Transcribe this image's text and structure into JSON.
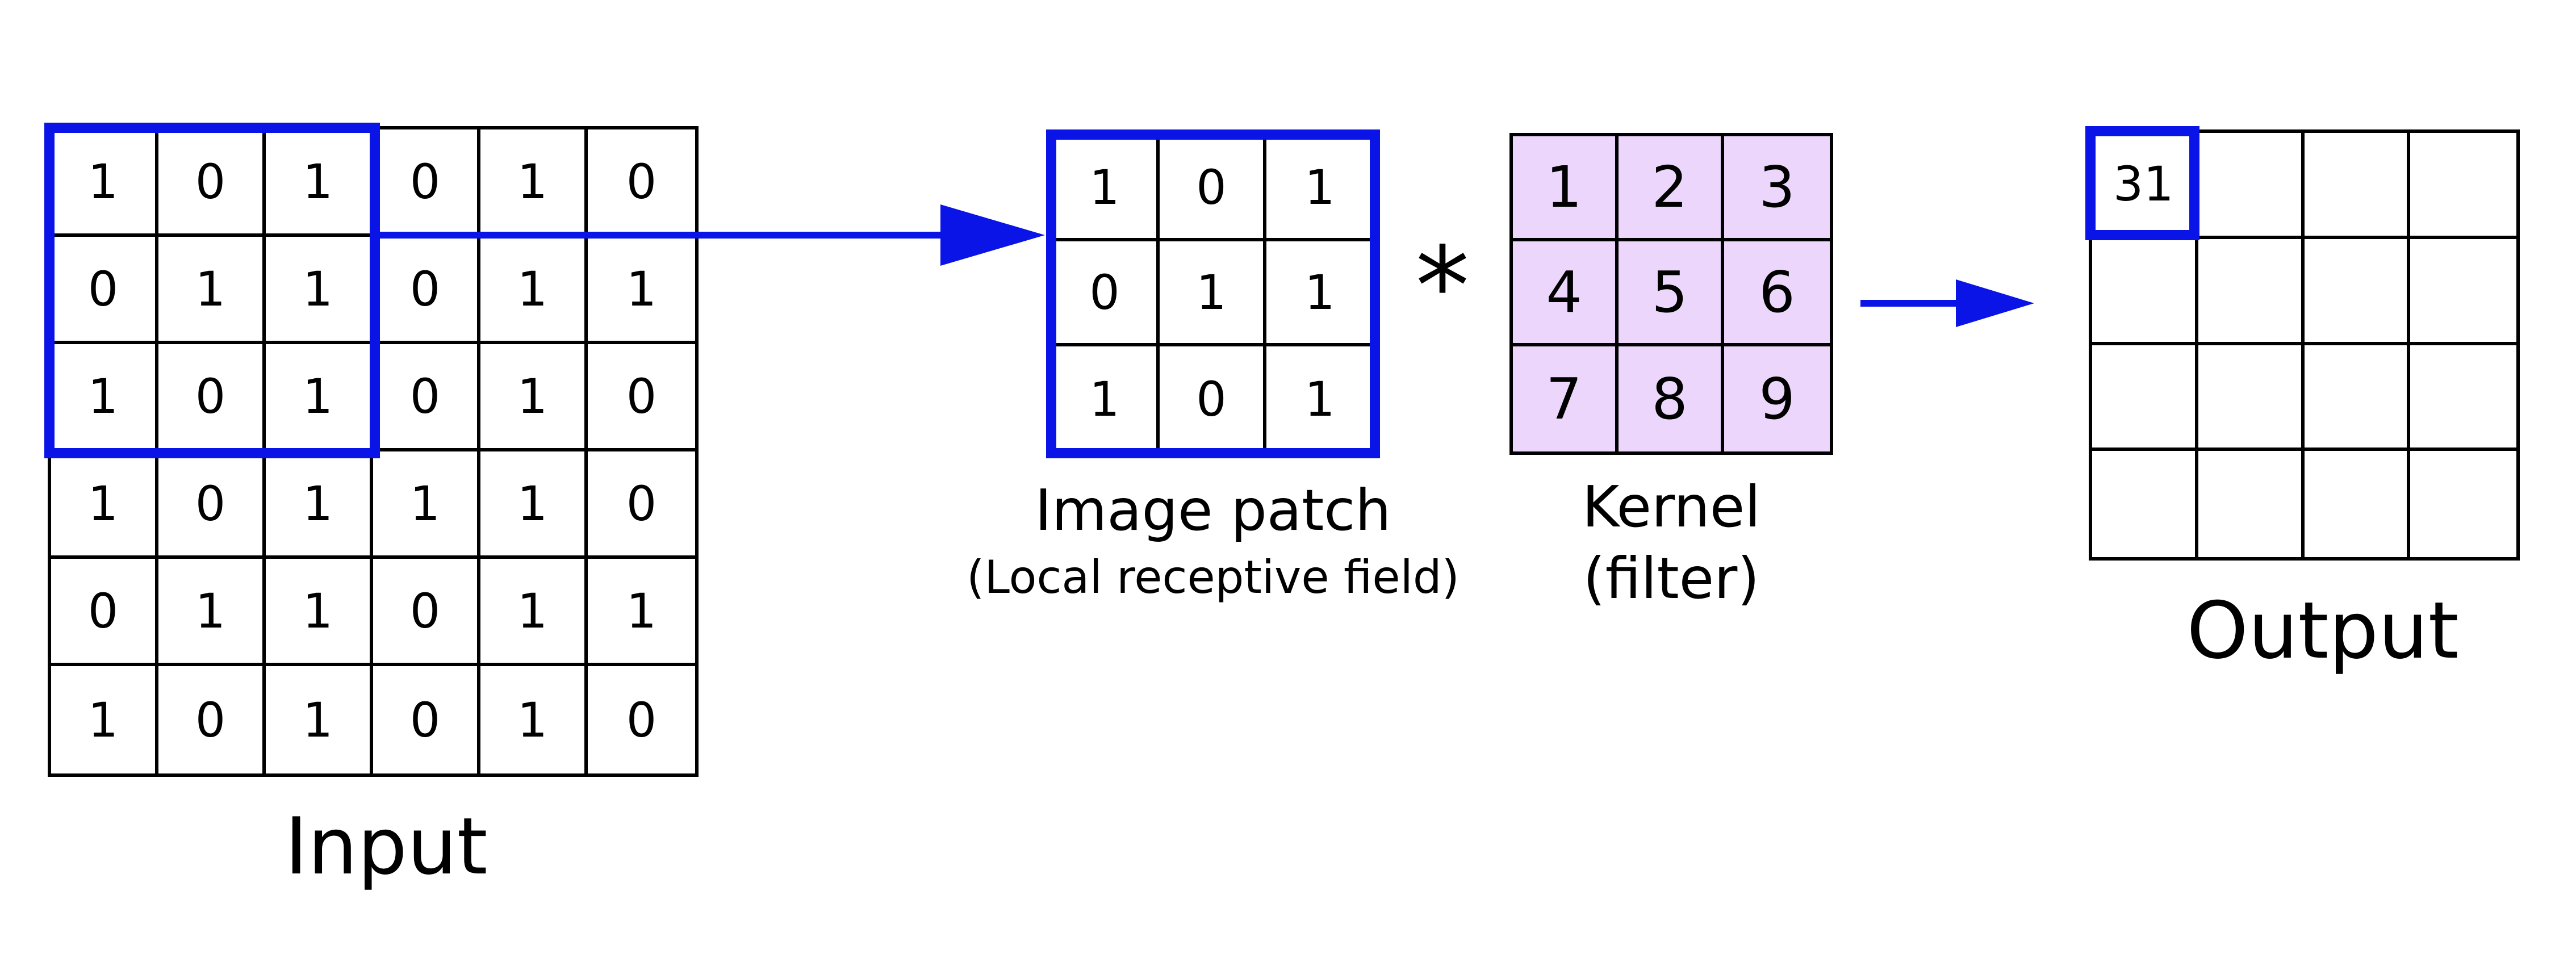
{
  "input": {
    "label": "Input",
    "rows": [
      [
        "1",
        "0",
        "1",
        "0",
        "1",
        "0"
      ],
      [
        "0",
        "1",
        "1",
        "0",
        "1",
        "1"
      ],
      [
        "1",
        "0",
        "1",
        "0",
        "1",
        "0"
      ],
      [
        "1",
        "0",
        "1",
        "1",
        "1",
        "0"
      ],
      [
        "0",
        "1",
        "1",
        "0",
        "1",
        "1"
      ],
      [
        "1",
        "0",
        "1",
        "0",
        "1",
        "0"
      ]
    ]
  },
  "patch": {
    "label": "Image patch",
    "sublabel": "(Local receptive field)",
    "rows": [
      [
        "1",
        "0",
        "1"
      ],
      [
        "0",
        "1",
        "1"
      ],
      [
        "1",
        "0",
        "1"
      ]
    ]
  },
  "operator": "*",
  "kernel": {
    "label": "Kernel",
    "sublabel": "(filter)",
    "rows": [
      [
        "1",
        "2",
        "3"
      ],
      [
        "4",
        "5",
        "6"
      ],
      [
        "7",
        "8",
        "9"
      ]
    ]
  },
  "output": {
    "label": "Output",
    "rows": [
      [
        "31",
        "",
        "",
        ""
      ],
      [
        "",
        "",
        "",
        ""
      ],
      [
        "",
        "",
        "",
        ""
      ],
      [
        "",
        "",
        "",
        ""
      ]
    ]
  },
  "colors": {
    "highlight": "#0a14e6",
    "kernel_fill": "#ecd6fb",
    "line": "#000000"
  }
}
